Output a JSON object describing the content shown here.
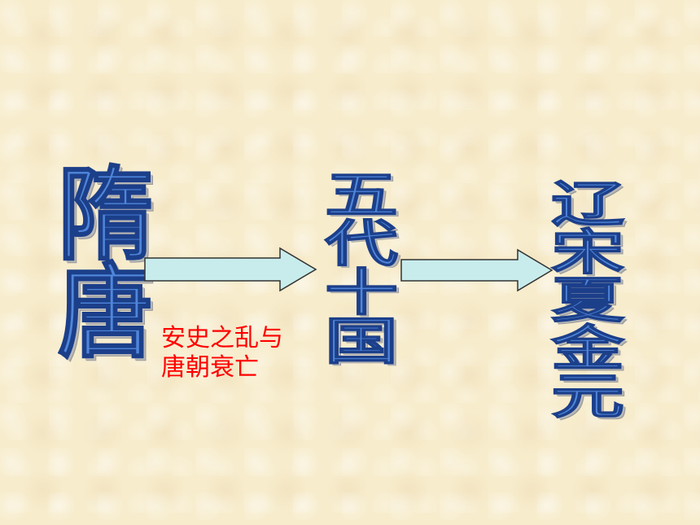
{
  "diagram": {
    "node_sui_tang": [
      "隋",
      "唐"
    ],
    "node_five_dynasties": [
      "五",
      "代",
      "十",
      "国"
    ],
    "node_liao_song": [
      "辽",
      "宋",
      "夏",
      "金",
      "元"
    ],
    "transition_note": [
      "安史之乱与",
      "唐朝衰亡"
    ]
  },
  "colors": {
    "background": "#f7eccc",
    "node_fill": "#4f86da",
    "node_outline": "#1c3f8a",
    "arrow_fill": "#c8ecec",
    "arrow_stroke": "#333333",
    "note_text": "#ff0000"
  }
}
